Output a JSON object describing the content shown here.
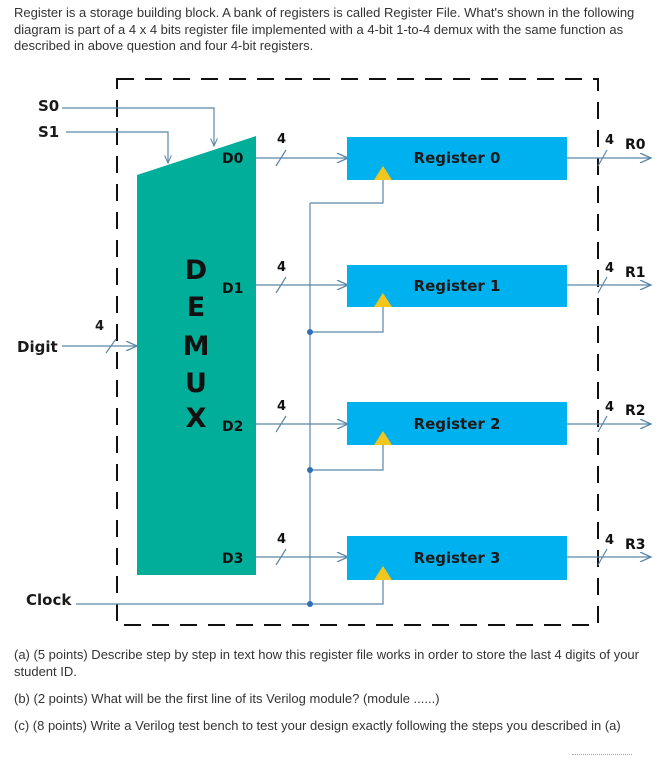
{
  "intro": {
    "text": "Register is a storage building block. A bank of registers is called Register File. What's shown in the following diagram is part of a 4 x 4 bits register file implemented with a 4-bit 1-to-4 demux with the same function as described in above question and four 4-bit registers."
  },
  "diagram": {
    "select_labels": [
      "S0",
      "S1"
    ],
    "input_label": "Digit",
    "clock_label": "Clock",
    "demux_letters": [
      "D",
      "E",
      "M",
      "U",
      "X"
    ],
    "demux_outputs": [
      "D0",
      "D1",
      "D2",
      "D3"
    ],
    "registers": [
      "Register 0",
      "Register 1",
      "Register 2",
      "Register 3"
    ],
    "outputs": [
      "R0",
      "R1",
      "R2",
      "R3"
    ],
    "bus_width": "4",
    "colors": {
      "demux_fill": "#00ae9a",
      "register_fill": "#00b1ef",
      "clock_triangle": "#f2c61c",
      "wire": "#5b86a8",
      "dot": "#2e6fb5",
      "dashed_border": "#111111"
    }
  },
  "questions": {
    "a": "(a) (5 points) Describe step by step in text how this register file works in order to store the last 4 digits of your student ID.",
    "b": "(b) (2 points) What will be the first line of its Verilog module? (module ......)",
    "c": "(c) (8 points) Write a Verilog test bench to test your design exactly following the steps you described in (a)"
  }
}
